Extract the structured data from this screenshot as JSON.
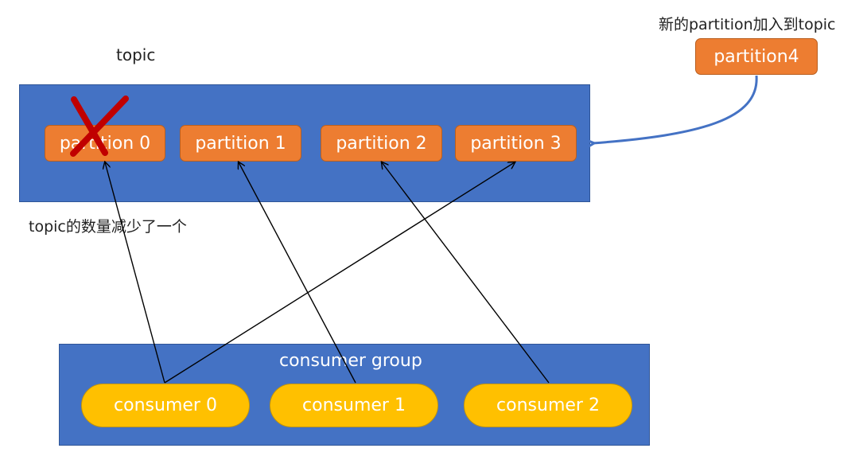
{
  "topic_label": "topic",
  "new_partition_caption": "新的partition加入到topic",
  "removed_caption": "topic的数量减少了一个",
  "partitions": [
    {
      "label": "partition 0",
      "removed": true
    },
    {
      "label": "partition 1"
    },
    {
      "label": "partition 2"
    },
    {
      "label": "partition 3"
    }
  ],
  "new_partition": {
    "label": "partition4"
  },
  "consumer_group": {
    "title": "consumer group",
    "consumers": [
      {
        "label": "consumer 0"
      },
      {
        "label": "consumer 1"
      },
      {
        "label": "consumer 2"
      }
    ]
  },
  "assignments": [
    {
      "consumer": "consumer 0",
      "partition": "partition 0"
    },
    {
      "consumer": "consumer 0",
      "partition": "partition 3"
    },
    {
      "consumer": "consumer 1",
      "partition": "partition 1"
    },
    {
      "consumer": "consumer 2",
      "partition": "partition 2"
    }
  ],
  "colors": {
    "container": "#4472c4",
    "partition": "#ed7d31",
    "consumer": "#ffc000",
    "remove_mark": "#c00000",
    "add_arrow": "#4472c4"
  }
}
